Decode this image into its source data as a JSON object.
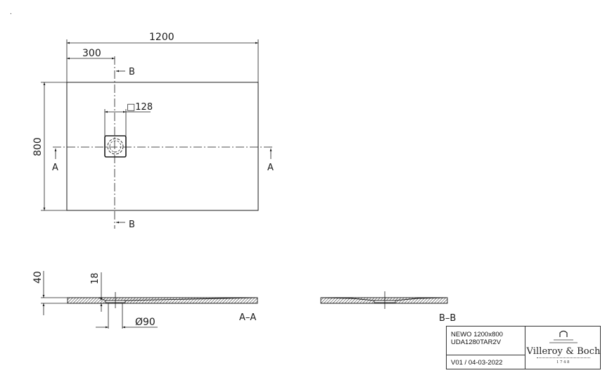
{
  "drawing": {
    "corner_mark": ".",
    "plan_view": {
      "width_dim": "1200",
      "drain_offset_dim": "300",
      "depth_dim": "800",
      "drain_size_dim": "□128",
      "section_label_b_top": "B",
      "section_label_b_bottom": "B",
      "section_label_a_left": "A",
      "section_label_a_right": "A"
    },
    "section_aa": {
      "height_dim": "40",
      "drain_depth_dim": "18",
      "drain_diameter_dim": "Ø90",
      "label": "A–A"
    },
    "section_bb": {
      "label": "B–B"
    }
  },
  "title_block": {
    "product_line1": "NEWO 1200x800",
    "product_line2": "UDA1280TAR2V",
    "version": "V01 / 04-03-2022",
    "brand": "Villeroy & Boch",
    "brand_year": "1748"
  },
  "colors": {
    "line": "#1a1a1a",
    "hatch": "#333333",
    "background": "#ffffff"
  }
}
